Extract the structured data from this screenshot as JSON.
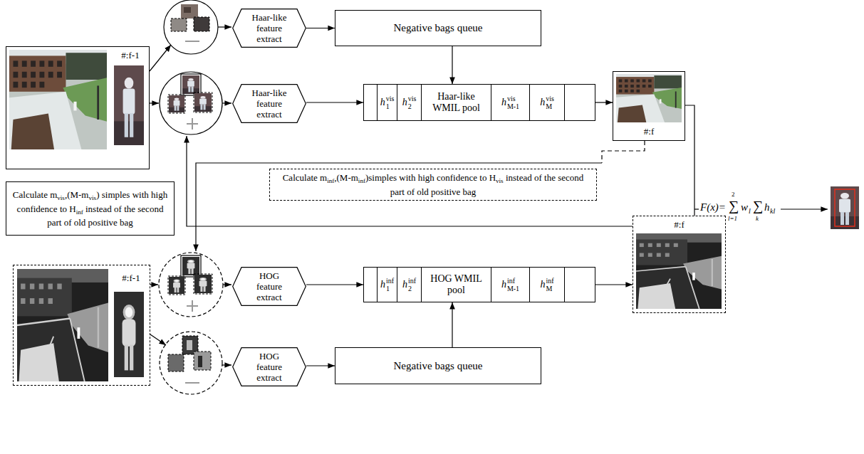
{
  "diagram": {
    "nodes": [
      {
        "text": [
          "#:f-1"
        ]
      },
      {
        "text": [
          "Calculate mvis,(M-mvis) simples with high confidence to Hinf instead of the second part of old positive bag"
        ]
      },
      {
        "text": [
          "Haar-like feature extract"
        ]
      },
      {
        "text": [
          "Negative bags queue"
        ]
      },
      {
        "text": [
          "Haar-like feature extract"
        ]
      },
      {
        "text": [
          "h1vis",
          "h2vis",
          "Haar-like WMIL pool",
          "hM-1vis",
          "hMvis"
        ]
      },
      {
        "text": [
          "#:f"
        ]
      },
      {
        "text": [
          "Calculate minf,(M-minf)simples with high confidence to Hvis instead of the second part of old positive bag"
        ]
      },
      {
        "text": [
          "#:f-1"
        ]
      },
      {
        "text": [
          "HOG feature extract"
        ]
      },
      {
        "text": [
          "h1inf",
          "h2inf",
          "HOG WMIL pool",
          "hM-1inf",
          "hMinf"
        ]
      },
      {
        "text": [
          "#:f"
        ]
      },
      {
        "text": [
          "HOG feature extract"
        ]
      },
      {
        "text": [
          "Negative bags queue"
        ]
      }
    ],
    "edges": [
      {
        "from": 2,
        "to": 3,
        "arrow": "to"
      },
      {
        "from": 3,
        "to": 5,
        "arrow": "to"
      },
      {
        "from": 4,
        "to": 5,
        "arrow": "to"
      },
      {
        "from": 5,
        "to": 6,
        "arrow": "to"
      },
      {
        "from": 9,
        "to": 10,
        "arrow": "to"
      },
      {
        "from": 10,
        "to": 11,
        "arrow": "to"
      },
      {
        "from": 12,
        "to": 13,
        "arrow": "to"
      },
      {
        "from": 13,
        "to": 10,
        "arrow": "to"
      }
    ],
    "labels": [
      "F(x)=",
      "∑",
      "2",
      "l=1",
      "w",
      "l",
      "∑",
      "k",
      "h",
      "kl"
    ]
  }
}
